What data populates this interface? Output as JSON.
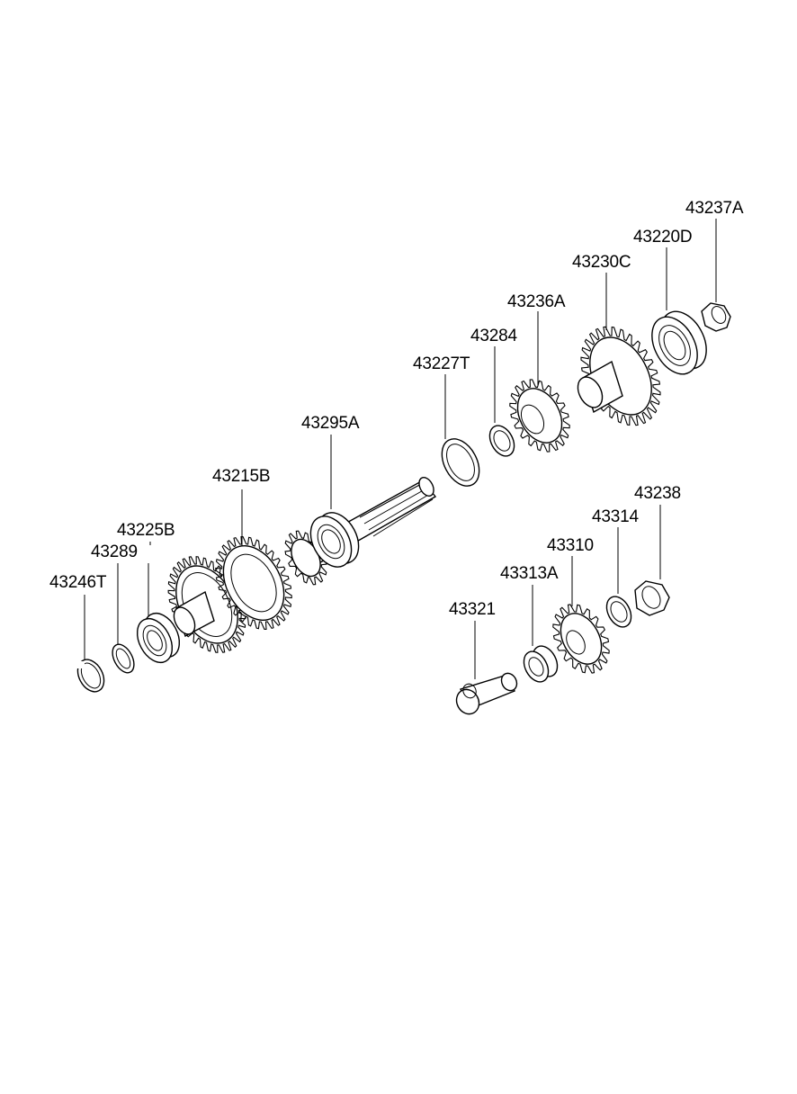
{
  "callouts": [
    {
      "id": "p43237A",
      "part_number": "43237A"
    },
    {
      "id": "p43220D",
      "part_number": "43220D"
    },
    {
      "id": "p43230C",
      "part_number": "43230C"
    },
    {
      "id": "p43236A",
      "part_number": "43236A"
    },
    {
      "id": "p43284",
      "part_number": "43284"
    },
    {
      "id": "p43227T",
      "part_number": "43227T"
    },
    {
      "id": "p43295A",
      "part_number": "43295A"
    },
    {
      "id": "p43215B",
      "part_number": "43215B"
    },
    {
      "id": "p43225B",
      "part_number": "43225B"
    },
    {
      "id": "p43289",
      "part_number": "43289"
    },
    {
      "id": "p43246T",
      "part_number": "43246T"
    },
    {
      "id": "p43238",
      "part_number": "43238"
    },
    {
      "id": "p43314",
      "part_number": "43314"
    },
    {
      "id": "p43310",
      "part_number": "43310"
    },
    {
      "id": "p43313A",
      "part_number": "43313A"
    },
    {
      "id": "p43321",
      "part_number": "43321"
    }
  ]
}
